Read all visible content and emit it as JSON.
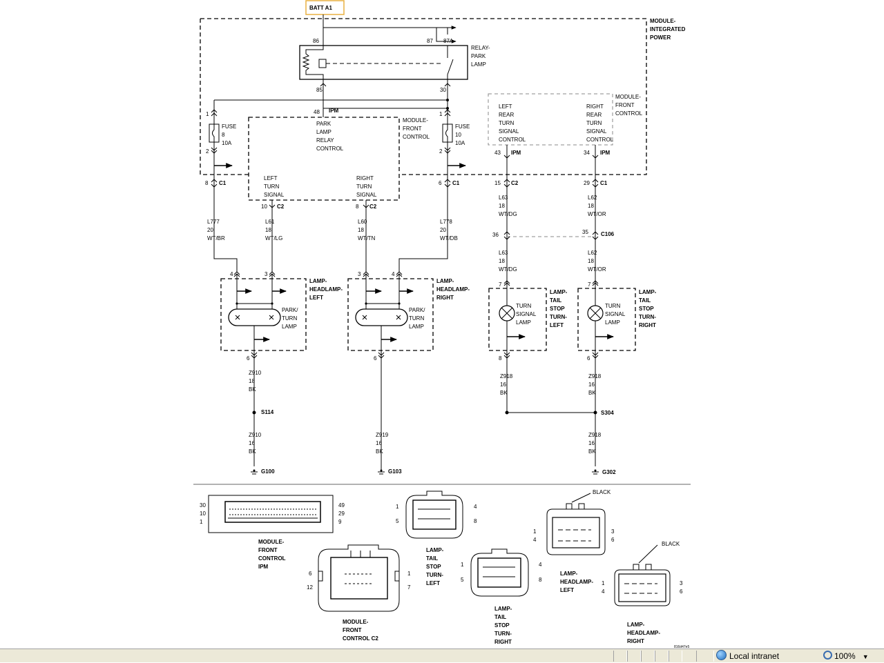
{
  "labels": {
    "batt": "BATT A1",
    "ipm": "MODULE-\nINTEGRATED\nPOWER",
    "relay": "RELAY-\nPARK\nLAMP",
    "relay_pin86": "86",
    "relay_pin87": "87",
    "relay_pin87a": "87A",
    "relay_pin85": "85",
    "relay_pin30": "30",
    "pin48": "48",
    "ipm_tag1": "IPM",
    "fuse8": "FUSE\n8\n10A",
    "fuse10": "FUSE\n10\n10A",
    "pin1a": "1",
    "pin2a": "2",
    "pin1b": "1",
    "pin2b": "2",
    "fcm_relay_ctrl": "PARK\nLAMP\nRELAY\nCONTROL",
    "fcm_main": "MODULE-\nFRONT\nCONTROL",
    "fcm_left_turn": "LEFT\nTURN\nSIGNAL",
    "fcm_right_turn": "RIGHT\nTURN\nSIGNAL",
    "fcm_upper": "MODULE-\nFRONT\nCONTROL",
    "lrtsc": "LEFT\nREAR\nTURN\nSIGNAL\nCONTROL",
    "rrtsc": "RIGHT\nREAR\nTURN\nSIGNAL\nCONTROL",
    "pin43": "43",
    "ipm_tag2": "IPM",
    "pin34": "34",
    "ipm_tag3": "IPM",
    "c1_left_pin": "8",
    "c1_left": "C1",
    "c2_a_pin": "10",
    "c2_a": "C2",
    "c2_b_pin": "8",
    "c2_b": "C2",
    "c1_right_pin": "6",
    "c1_right": "C1",
    "c2_c_pin": "15",
    "c2_c": "C2",
    "c1_far_pin": "29",
    "c1_far": "C1",
    "w_l777": "L777\n20\nWT/BR",
    "w_l61": "L61\n18\nWT/LG",
    "w_l60": "L60\n18\nWT/TN",
    "w_l778": "L778\n20\nWT/DB",
    "w_l63a": "L63\n18\nWT/DG",
    "w_l62a": "L62\n18\nWT/OR",
    "c106_36": "36",
    "c106_35": "35",
    "c106": "C106",
    "w_l63b": "L63\n18\nWT/DG",
    "w_l62b": "L62\n18\nWT/OR",
    "hl_left_pin4": "4",
    "hl_left_pin3": "3",
    "hl_right_pin3": "3",
    "hl_right_pin4": "4",
    "tl_left_pin7": "7",
    "tl_right_pin7": "7",
    "hl_left": "LAMP-\nHEADLAMP-\nLEFT",
    "hl_right": "LAMP-\nHEADLAMP-\nRIGHT",
    "park_turn_l": "PARK/\nTURN\nLAMP",
    "park_turn_r": "PARK/\nTURN\nLAMP",
    "tl_left": "LAMP-\nTAIL\nSTOP\nTURN-\nLEFT",
    "tl_right": "LAMP-\nTAIL\nSTOP\nTURN-\nRIGHT",
    "turn_lamp_l": "TURN\nSIGNAL\nLAMP",
    "turn_lamp_r": "TURN\nSIGNAL\nLAMP",
    "hl_left_pin6": "6",
    "hl_right_pin6": "6",
    "tl_left_pin8": "8",
    "tl_right_pin6": "6",
    "w_z910a": "Z910\n18\nBK",
    "w_z918a": "Z918\n16\nBK",
    "w_z918b": "Z918\n16\nBK",
    "s114": "S114",
    "s304": "S304",
    "w_z910b": "Z910\n16\nBK",
    "w_z919": "Z919\n16\nBK",
    "w_z918c": "Z918\n16\nBK",
    "g100": "G100",
    "g103": "G103",
    "g302": "G302",
    "conn_ipm_pins_left": "30\n10\n1",
    "conn_ipm_pins_right": "49\n29\n9",
    "conn_ipm": "MODULE-\nFRONT\nCONTROL\nIPM",
    "conn_fcm_c2": "MODULE-\nFRONT\nCONTROL C2",
    "conn_fcm_c2_pin6": "6",
    "conn_fcm_c2_pin12": "12",
    "conn_fcm_c2_pin1": "1",
    "conn_fcm_c2_pin7": "7",
    "conn_tl_left": "LAMP-\nTAIL\nSTOP\nTURN-\nLEFT",
    "conn_tl_left_pin1": "1",
    "conn_tl_left_pin5": "5",
    "conn_tl_left_pin4": "4",
    "conn_tl_left_pin8": "8",
    "conn_tl_right": "LAMP-\nTAIL\nSTOP\nTURN-\nRIGHT",
    "conn_tl_right_pin1": "1",
    "conn_tl_right_pin5": "5",
    "conn_tl_right_pin4": "4",
    "conn_tl_right_pin8": "8",
    "conn_hl_left": "LAMP-\nHEADLAMP-\nLEFT",
    "conn_hl_left_pins_l": "1\n4",
    "conn_hl_left_pins_r": "3\n6",
    "conn_hl_right": "LAMP-\nHEADLAMP-\nRIGHT",
    "conn_hl_right_pins_l": "1\n4",
    "conn_hl_right_pins_r": "3\n6",
    "black1": "BLACK",
    "black2": "BLACK",
    "ref": "816d47e5"
  },
  "statusbar": {
    "zone": "Local intranet",
    "zoom": "100%"
  }
}
